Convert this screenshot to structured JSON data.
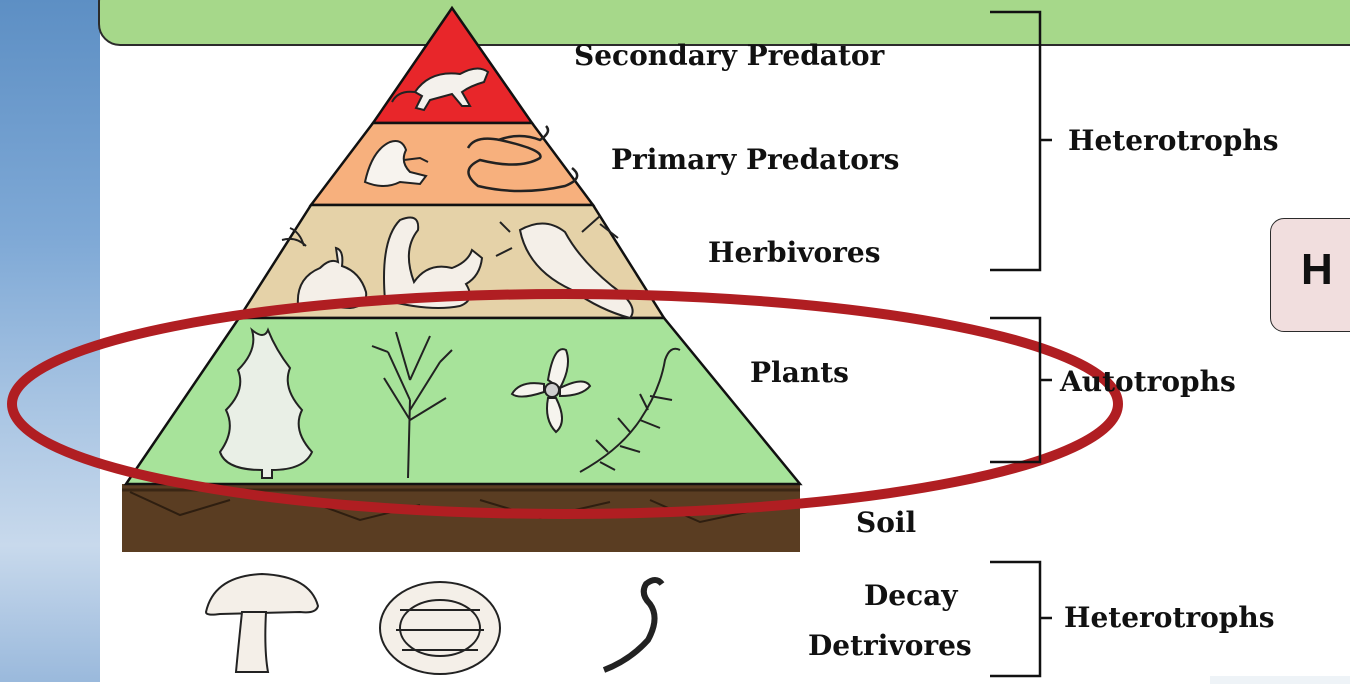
{
  "levels": {
    "secondary_predator": "Secondary Predator",
    "primary_predators": "Primary Predators",
    "herbivores": "Herbivores",
    "plants": "Plants",
    "soil": "Soil",
    "decay": "Decay",
    "detrivores": "Detrivores"
  },
  "groups": {
    "heterotrophs_top": "Heterotrophs",
    "autotrophs": "Autotrophs",
    "heterotrophs_bottom": "Heterotrophs"
  },
  "callout": {
    "text": "H"
  },
  "colors": {
    "apex": "#e8262a",
    "primary": "#f7b07d",
    "herbivore": "#e5d2a8",
    "plant": "#a7e39a",
    "soil": "#5a3d22",
    "highlight_ellipse": "#b01e22",
    "banner": "#a6d88a",
    "callout_bg": "#f1dede"
  }
}
